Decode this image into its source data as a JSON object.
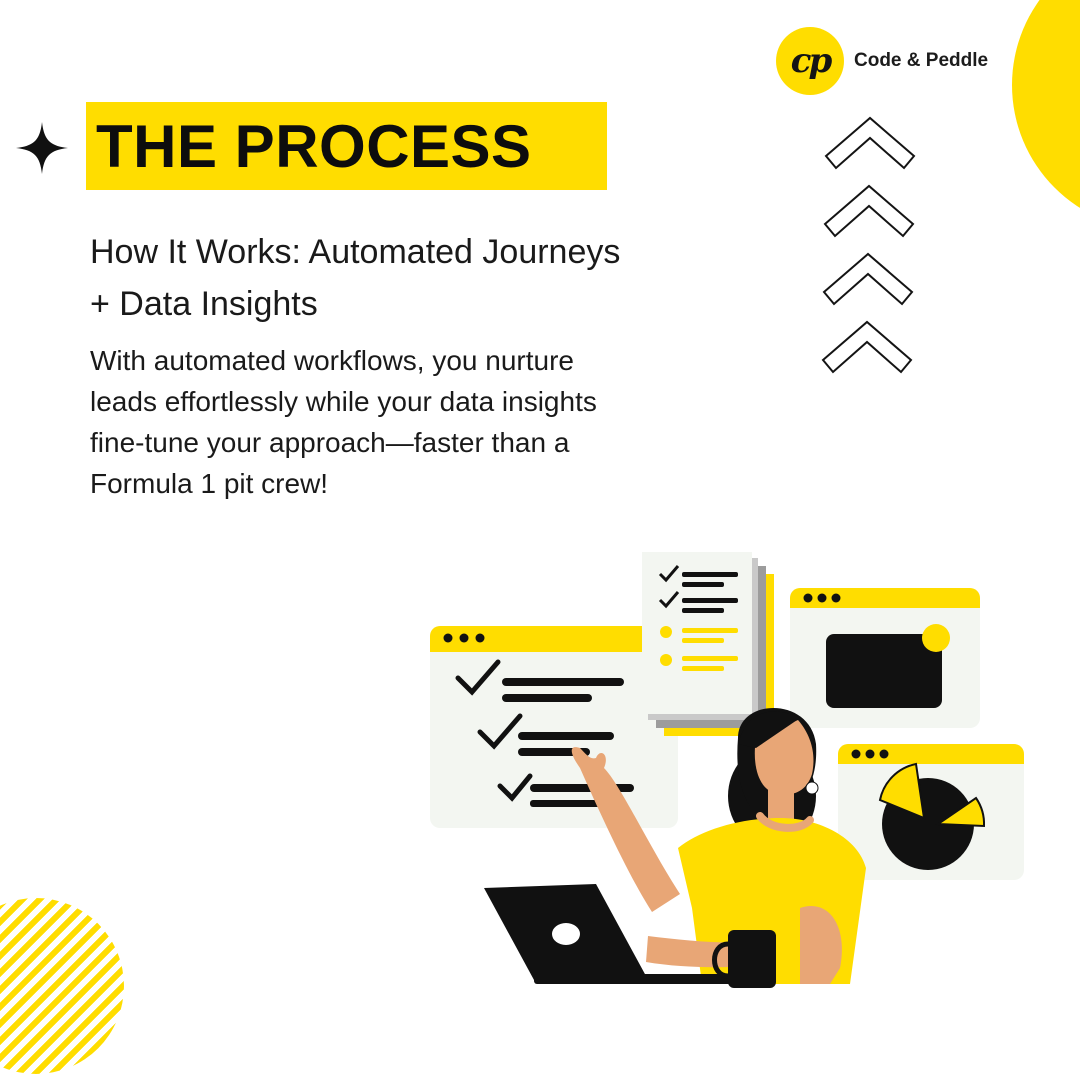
{
  "brand": {
    "logo_mark_text": "cp",
    "name": "Code & Peddle"
  },
  "heading": {
    "title": "THE PROCESS",
    "subtitle": "How It Works: Automated Journeys + Data Insights"
  },
  "body": {
    "text": "With automated workflows, you nurture leads effortlessly while your data insights fine-tune your approach—faster than a Formula 1 pit crew!"
  },
  "icons": {
    "sparkle": "sparkle-icon",
    "chevrons": "chevron-up-icon",
    "illustration": "woman-laptop-dashboard-illustration"
  },
  "colors": {
    "accent_yellow": "#FFDD00",
    "ink": "#111111",
    "skin": "#E8A676",
    "panel": "#F3F6F1",
    "background": "#FFFFFF"
  }
}
